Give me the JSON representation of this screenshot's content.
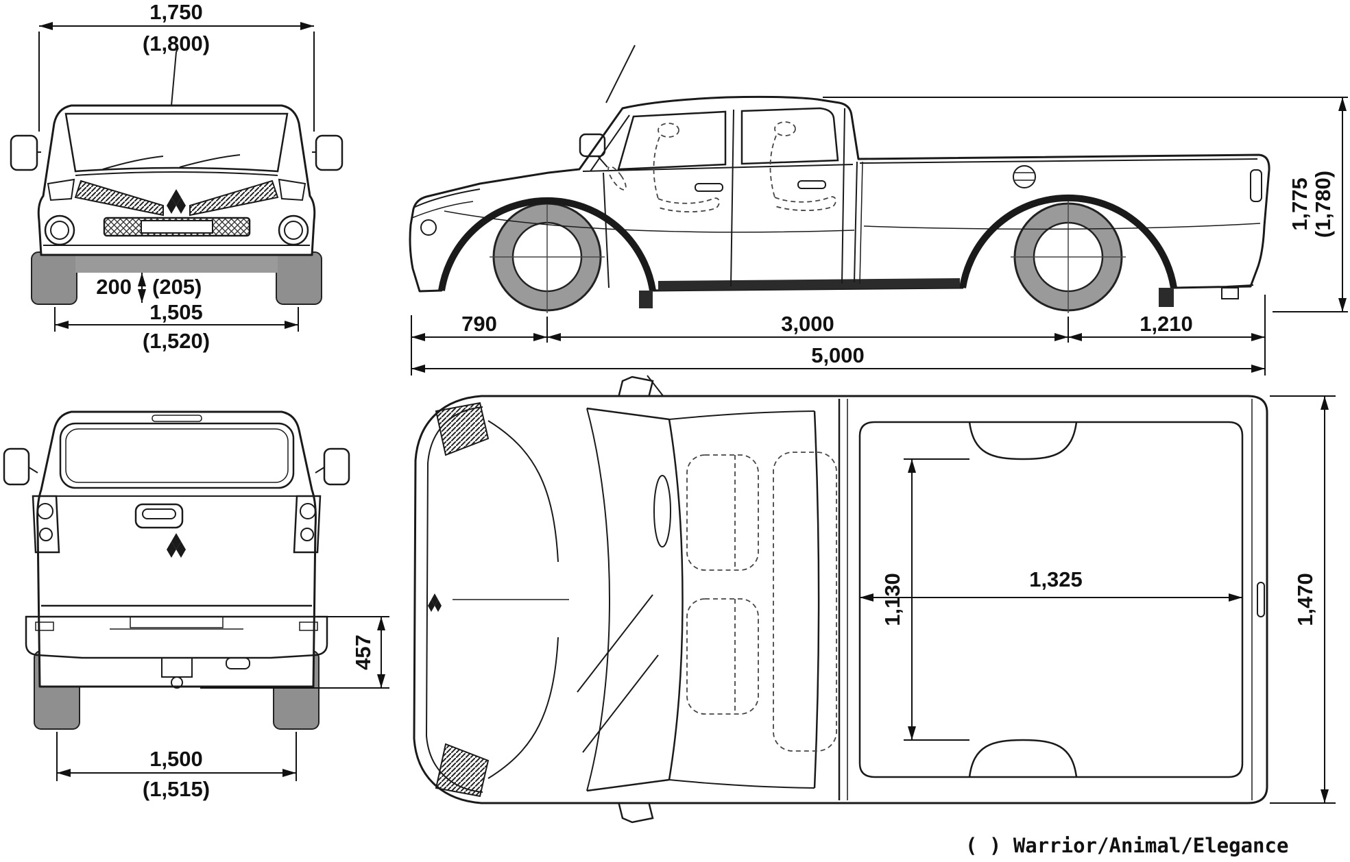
{
  "note": {
    "text": "( ) Warrior/Animal/Elegance"
  },
  "views": {
    "front": {
      "name": "front-view",
      "dims": {
        "overall_width": {
          "value": "1,750",
          "alt": "(1,800)"
        },
        "ground_clearance": {
          "value": "200",
          "alt": "(205)"
        },
        "track": {
          "value": "1,505",
          "alt": "(1,520)"
        }
      }
    },
    "side": {
      "name": "side-view",
      "dims": {
        "overall_height": {
          "value": "1,775",
          "alt": "(1,780)"
        },
        "front_overhang": {
          "value": "790"
        },
        "wheelbase": {
          "value": "3,000"
        },
        "rear_overhang": {
          "value": "1,210"
        },
        "overall_length": {
          "value": "5,000"
        }
      }
    },
    "rear": {
      "name": "rear-view",
      "dims": {
        "bumper_height": {
          "value": "457"
        },
        "track": {
          "value": "1,500",
          "alt": "(1,515)"
        }
      }
    },
    "top": {
      "name": "top-view",
      "dims": {
        "inner_bed_width": {
          "value": "1,130"
        },
        "bed_length": {
          "value": "1,325"
        },
        "rear_width": {
          "value": "1,470"
        }
      }
    }
  }
}
